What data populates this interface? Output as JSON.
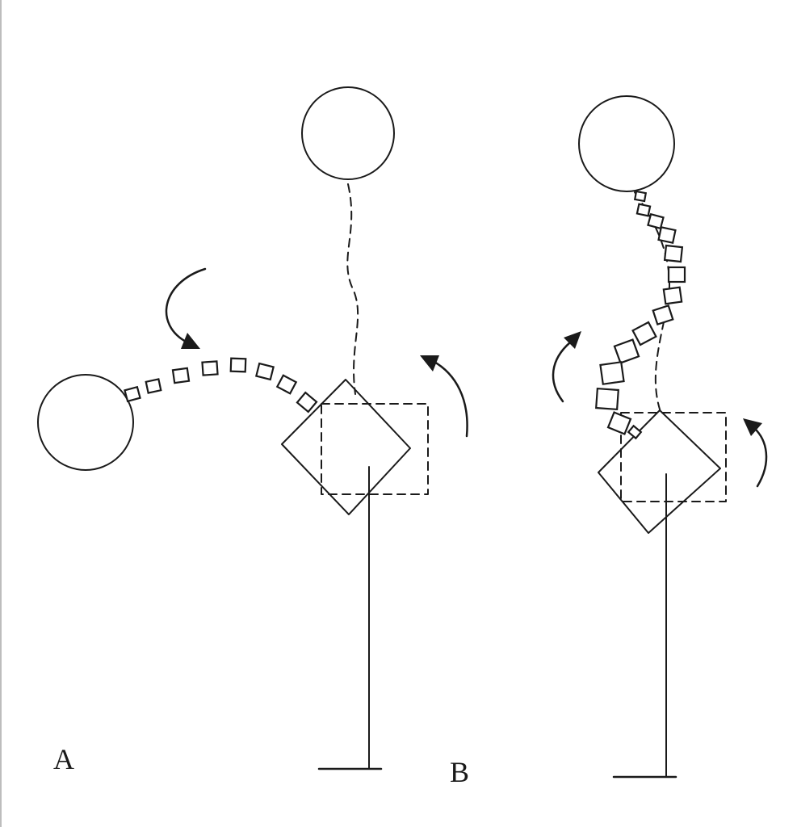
{
  "figure": {
    "panels": [
      {
        "id": "A",
        "label": "A"
      },
      {
        "id": "B",
        "label": "B"
      }
    ],
    "line_color": "#1a1a1a",
    "background_color": "#ffffff"
  }
}
